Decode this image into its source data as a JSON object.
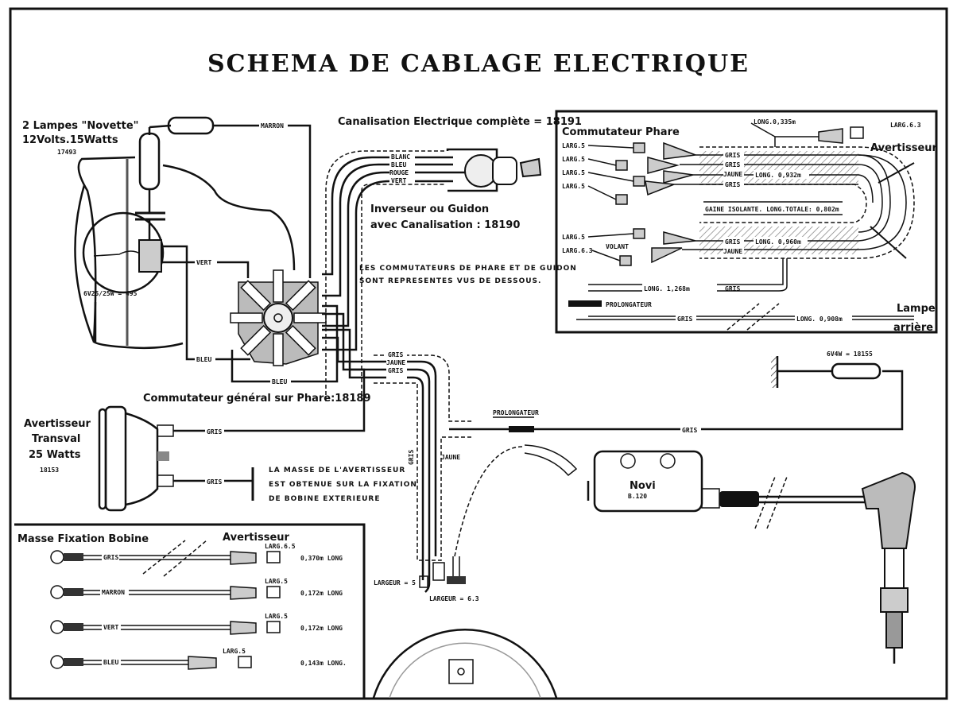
{
  "title": "SCHEMA DE CABLAGE ELECTRIQUE",
  "lamps": {
    "line1": "2 Lampes \"Novette\"",
    "line2": "12Volts.15Watts",
    "ref": "17493",
    "bulb": "6V25/25W = 495"
  },
  "wires_head": {
    "marron": "MARRON",
    "vert": "VERT",
    "bleu1": "BLEU",
    "bleu2": "BLEU"
  },
  "commutateur_general": "Commutateur général sur Phare:18189",
  "canalisation": "Canalisation Electrique complète = 18191",
  "inverseur": {
    "line1": "Inverseur ou Guidon",
    "line2": "avec Canalisation : 18190",
    "wires": [
      "BLANC",
      "BLEU",
      "ROUGE",
      "VERT"
    ]
  },
  "note_commutateurs": {
    "line1": "LES COMMUTATEURS DE PHARE ET DE GUIDON",
    "line2": "SONT REPRESENTES VUS DE DESSOUS."
  },
  "inset_phare": {
    "title": "Commutateur Phare",
    "larg": [
      "LARG.5",
      "LARG.5",
      "LARG.5",
      "LARG.5",
      "LARG.5",
      "LARG.6.3"
    ],
    "volant": "VOLANT",
    "upper_wires": [
      "GRIS",
      "GRIS",
      "JAUNE",
      "GRIS"
    ],
    "long_upper": "LONG. 0,932m",
    "long_horn": "LONG.0,335m",
    "larg_horn": "LARG.6.3",
    "avertisseur": "Avertisseur",
    "gaine": "GAINE ISOLANTE. LONG.TOTALE: 0,802m",
    "lower_wires": [
      "GRIS",
      "JAUNE"
    ],
    "long_lower": "LONG. 0,960m",
    "long_1268": "LONG. 1,268m",
    "gris_1268": "GRIS",
    "prolongateur": "PROLONGATEUR",
    "gris_908": "GRIS",
    "long_908": "LONG. 0,908m",
    "lampe1": "Lampe",
    "lampe2": "arrière"
  },
  "horn": {
    "line1": "Avertisseur",
    "line2": "Transval",
    "line3": "25 Watts",
    "ref": "18153",
    "wire1": "GRIS",
    "wire2": "GRIS"
  },
  "masse_note": [
    "LA MASSE DE L'AVERTISSEUR",
    "EST OBTENUE SUR LA FIXATION",
    "DE BOBINE EXTERIEURE"
  ],
  "bundle": {
    "wires": [
      "GRIS",
      "JAUNE",
      "GRIS"
    ],
    "vertical": [
      "GRIS",
      "JAUNE"
    ],
    "prolongateur": "PROLONGATEUR",
    "gris": "GRIS"
  },
  "rear_lamp": "6V4W = 18155",
  "coil": {
    "brand": "Novi",
    "model": "B.120",
    "largeur5": "LARGEUR = 5",
    "largeur63": "LARGEUR = 6.3"
  },
  "inset_masse": {
    "title": "Masse Fixation Bobine",
    "avertisseur": "Avertisseur",
    "rows": [
      {
        "color": "GRIS",
        "larg": "LARG.6.5",
        "long": "0,370m LONG"
      },
      {
        "color": "MARRON",
        "larg": "LARG.5",
        "long": "0,172m LONG"
      },
      {
        "color": "VERT",
        "larg": "LARG.5",
        "long": "0,172m LONG"
      },
      {
        "color": "BLEU",
        "larg": "LARG.5",
        "long": "0,143m LONG."
      }
    ]
  },
  "colors": {
    "ink": "#111111",
    "paper": "#ffffff"
  }
}
